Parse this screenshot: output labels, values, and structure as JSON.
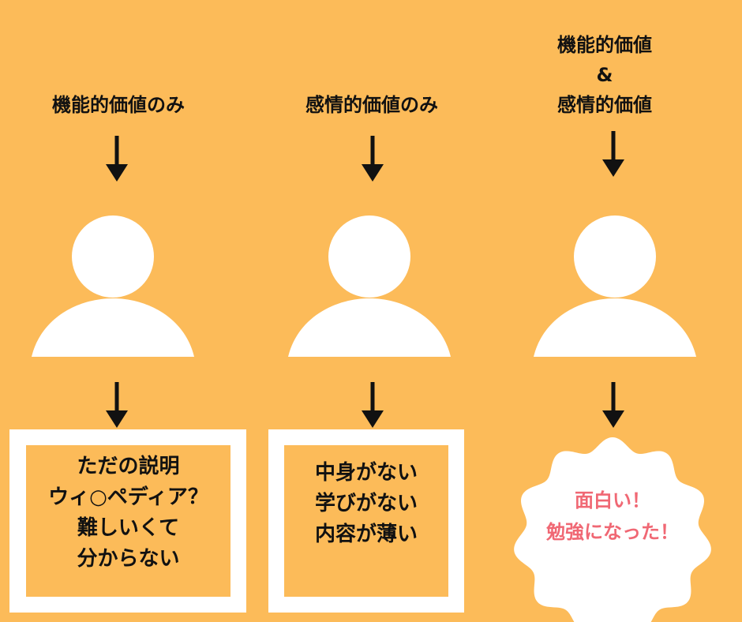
{
  "columns": [
    {
      "heading_lines": [
        "機能的価値のみ"
      ],
      "result_lines": [
        "ただの説明",
        "ウィ○ペディア？",
        "難しいくて",
        "分からない"
      ]
    },
    {
      "heading_lines": [
        "感情的価値のみ"
      ],
      "result_lines": [
        "中身がない",
        "学びがない",
        "内容が薄い"
      ]
    },
    {
      "heading_lines": [
        "機能的価値",
        "&",
        "感情的価値"
      ],
      "result_lines": [
        "面白い！",
        "勉強になった！"
      ]
    }
  ],
  "colors": {
    "background": "#FCBB59",
    "text": "#111111",
    "white": "#FFFFFF",
    "accent_text": "#F06874"
  },
  "icons": [
    "person-icon",
    "arrow-down-icon"
  ]
}
